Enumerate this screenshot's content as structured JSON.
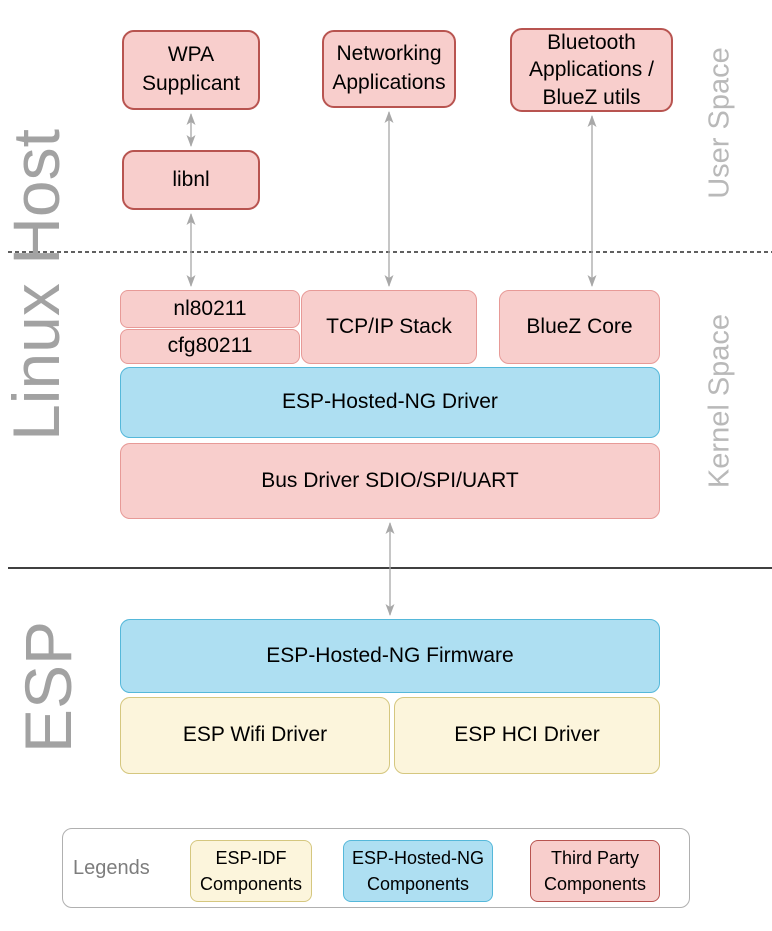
{
  "sections": {
    "linux_host_label": "Linux Host",
    "esp_label": "ESP",
    "user_space_label": "User Space",
    "kernel_space_label": "Kernel Space"
  },
  "user_space": {
    "wpa_supplicant": "WPA Supplicant",
    "networking_apps": "Networking Applications",
    "bluetooth_apps": "Bluetooth Applications / BlueZ utils",
    "libnl": "libnl"
  },
  "kernel_space": {
    "nl80211": "nl80211",
    "cfg80211": "cfg80211",
    "tcpip_stack": "TCP/IP Stack",
    "bluez_core": "BlueZ Core",
    "esp_hosted_driver": "ESP-Hosted-NG Driver",
    "bus_driver": "Bus Driver SDIO/SPI/UART"
  },
  "esp_chip": {
    "firmware": "ESP-Hosted-NG Firmware",
    "wifi_driver": "ESP Wifi Driver",
    "hci_driver": "ESP HCI Driver"
  },
  "legend": {
    "title": "Legends",
    "items": [
      {
        "label": "ESP-IDF Components",
        "type": "esp-idf"
      },
      {
        "label": "ESP-Hosted-NG Components",
        "type": "esp-hosted-ng"
      },
      {
        "label": "Third Party Components",
        "type": "third-party"
      }
    ]
  },
  "connections": [
    {
      "from": "wpa-supplicant",
      "to": "libnl",
      "style": "double-arrow"
    },
    {
      "from": "libnl",
      "to": "nl80211",
      "style": "double-arrow"
    },
    {
      "from": "networking-apps",
      "to": "tcpip-stack",
      "style": "double-arrow"
    },
    {
      "from": "bluetooth-apps",
      "to": "bluez-core",
      "style": "double-arrow"
    },
    {
      "from": "bus-driver",
      "to": "esp-hosted-firmware",
      "style": "double-arrow"
    }
  ],
  "dividers": [
    {
      "name": "user-kernel-divider",
      "style": "dashed"
    },
    {
      "name": "host-esp-divider",
      "style": "solid"
    }
  ],
  "colors": {
    "third_party_fill": "#f8cecc",
    "third_party_border_dark": "#b85450",
    "third_party_border_light": "#e79a97",
    "hosted_ng_fill": "#aedff2",
    "hosted_ng_border": "#55b8da",
    "esp_idf_fill": "#fcf5dc",
    "esp_idf_border": "#d5c77f",
    "section_label_gray": "#a2a2a2",
    "space_label_gray": "#b9b9b9",
    "arrow_gray": "#a8a8a8",
    "divider_black": "#000000"
  }
}
